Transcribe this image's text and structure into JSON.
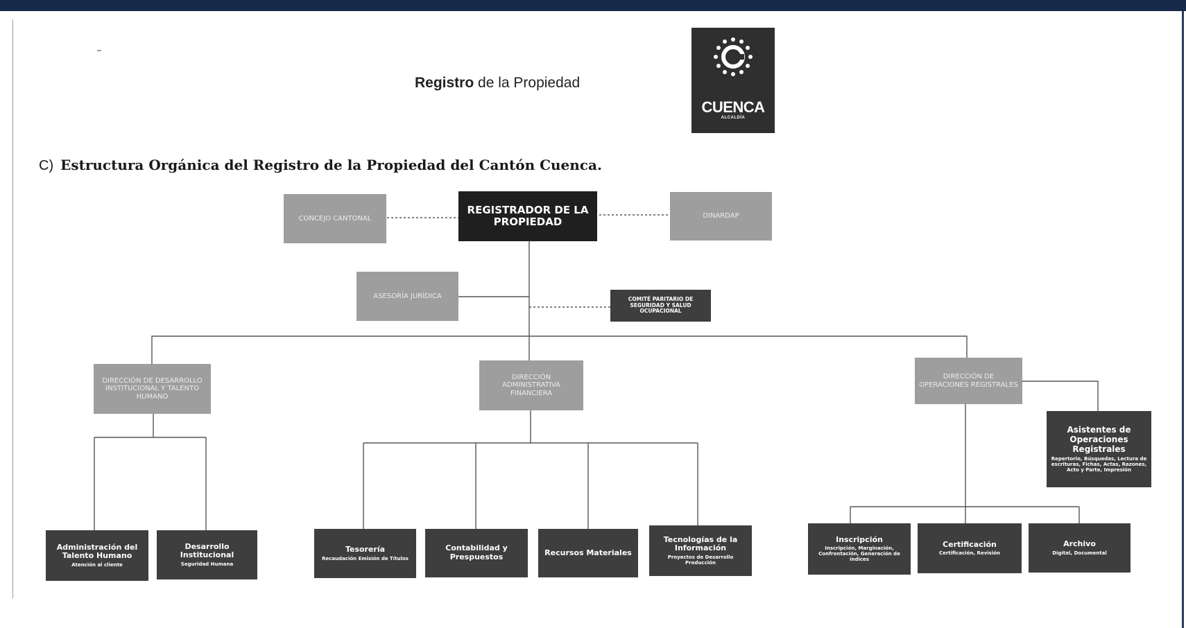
{
  "header": {
    "title_bold": "Registro",
    "title_rest": " de la Propiedad",
    "logo_name": "CUENCA",
    "logo_sub": "ALCALDÍA"
  },
  "heading": {
    "marker": "C)",
    "text": "Estructura Orgánica del Registro de la Propiedad del Cantón Cuenca."
  },
  "org_chart": {
    "registrador": "REGISTRADOR DE LA PROPIEDAD",
    "concejo": "CONCEJO CANTONAL",
    "dinardap": "DINARDAP",
    "asesoria": "ASESORÍA JURÍDICA",
    "comite": "COMITÉ PARITARIO DE SEGURIDAD Y SALUD OCUPACIONAL",
    "dir_desarrollo": "DIRECCIÓN DE DESARROLLO INSTITUCIONAL Y TALENTO HUMANO",
    "dir_administrativa": "DIRECCIÓN ADMINISTRATIVA FINANCIERA",
    "dir_operaciones": "DIRECCIÓN DE OPERACIONES REGISTRALES",
    "asistentes": {
      "title": "Asistentes de Operaciones Registrales",
      "detail": "Repertorio, Búsquedas, Lectura de escrituras, Fichas, Actas, Razones, Acto y Parte, Impresión"
    },
    "admin_talento": {
      "title": "Administración del Talento Humano",
      "detail": "Atención al cliente"
    },
    "desarrollo_inst": {
      "title": "Desarrollo Institucional",
      "detail": "Seguridad Humana"
    },
    "tesoreria": {
      "title": "Tesorería",
      "detail": "Recaudación Emisión de Títulos"
    },
    "contabilidad": {
      "title": "Contabilidad y Prespuestos"
    },
    "recursos": {
      "title": "Recursos Materiales"
    },
    "tecnologias": {
      "title": "Tecnologías de la Información",
      "detail": "Proyectos de Desarrollo Producción"
    },
    "inscripcion": {
      "title": "Inscripción",
      "detail": "Inscripción, Marginación, Confrontación, Generación de índices"
    },
    "certificacion": {
      "title": "Certificación",
      "detail": "Certificación, Revisión"
    },
    "archivo": {
      "title": "Archivo",
      "detail": "Digital, Documental"
    }
  },
  "colors": {
    "top_bar": "#16294a",
    "box_light": "#9e9e9e",
    "box_dark": "#3e3e3e",
    "box_black": "#1f1f1f"
  }
}
